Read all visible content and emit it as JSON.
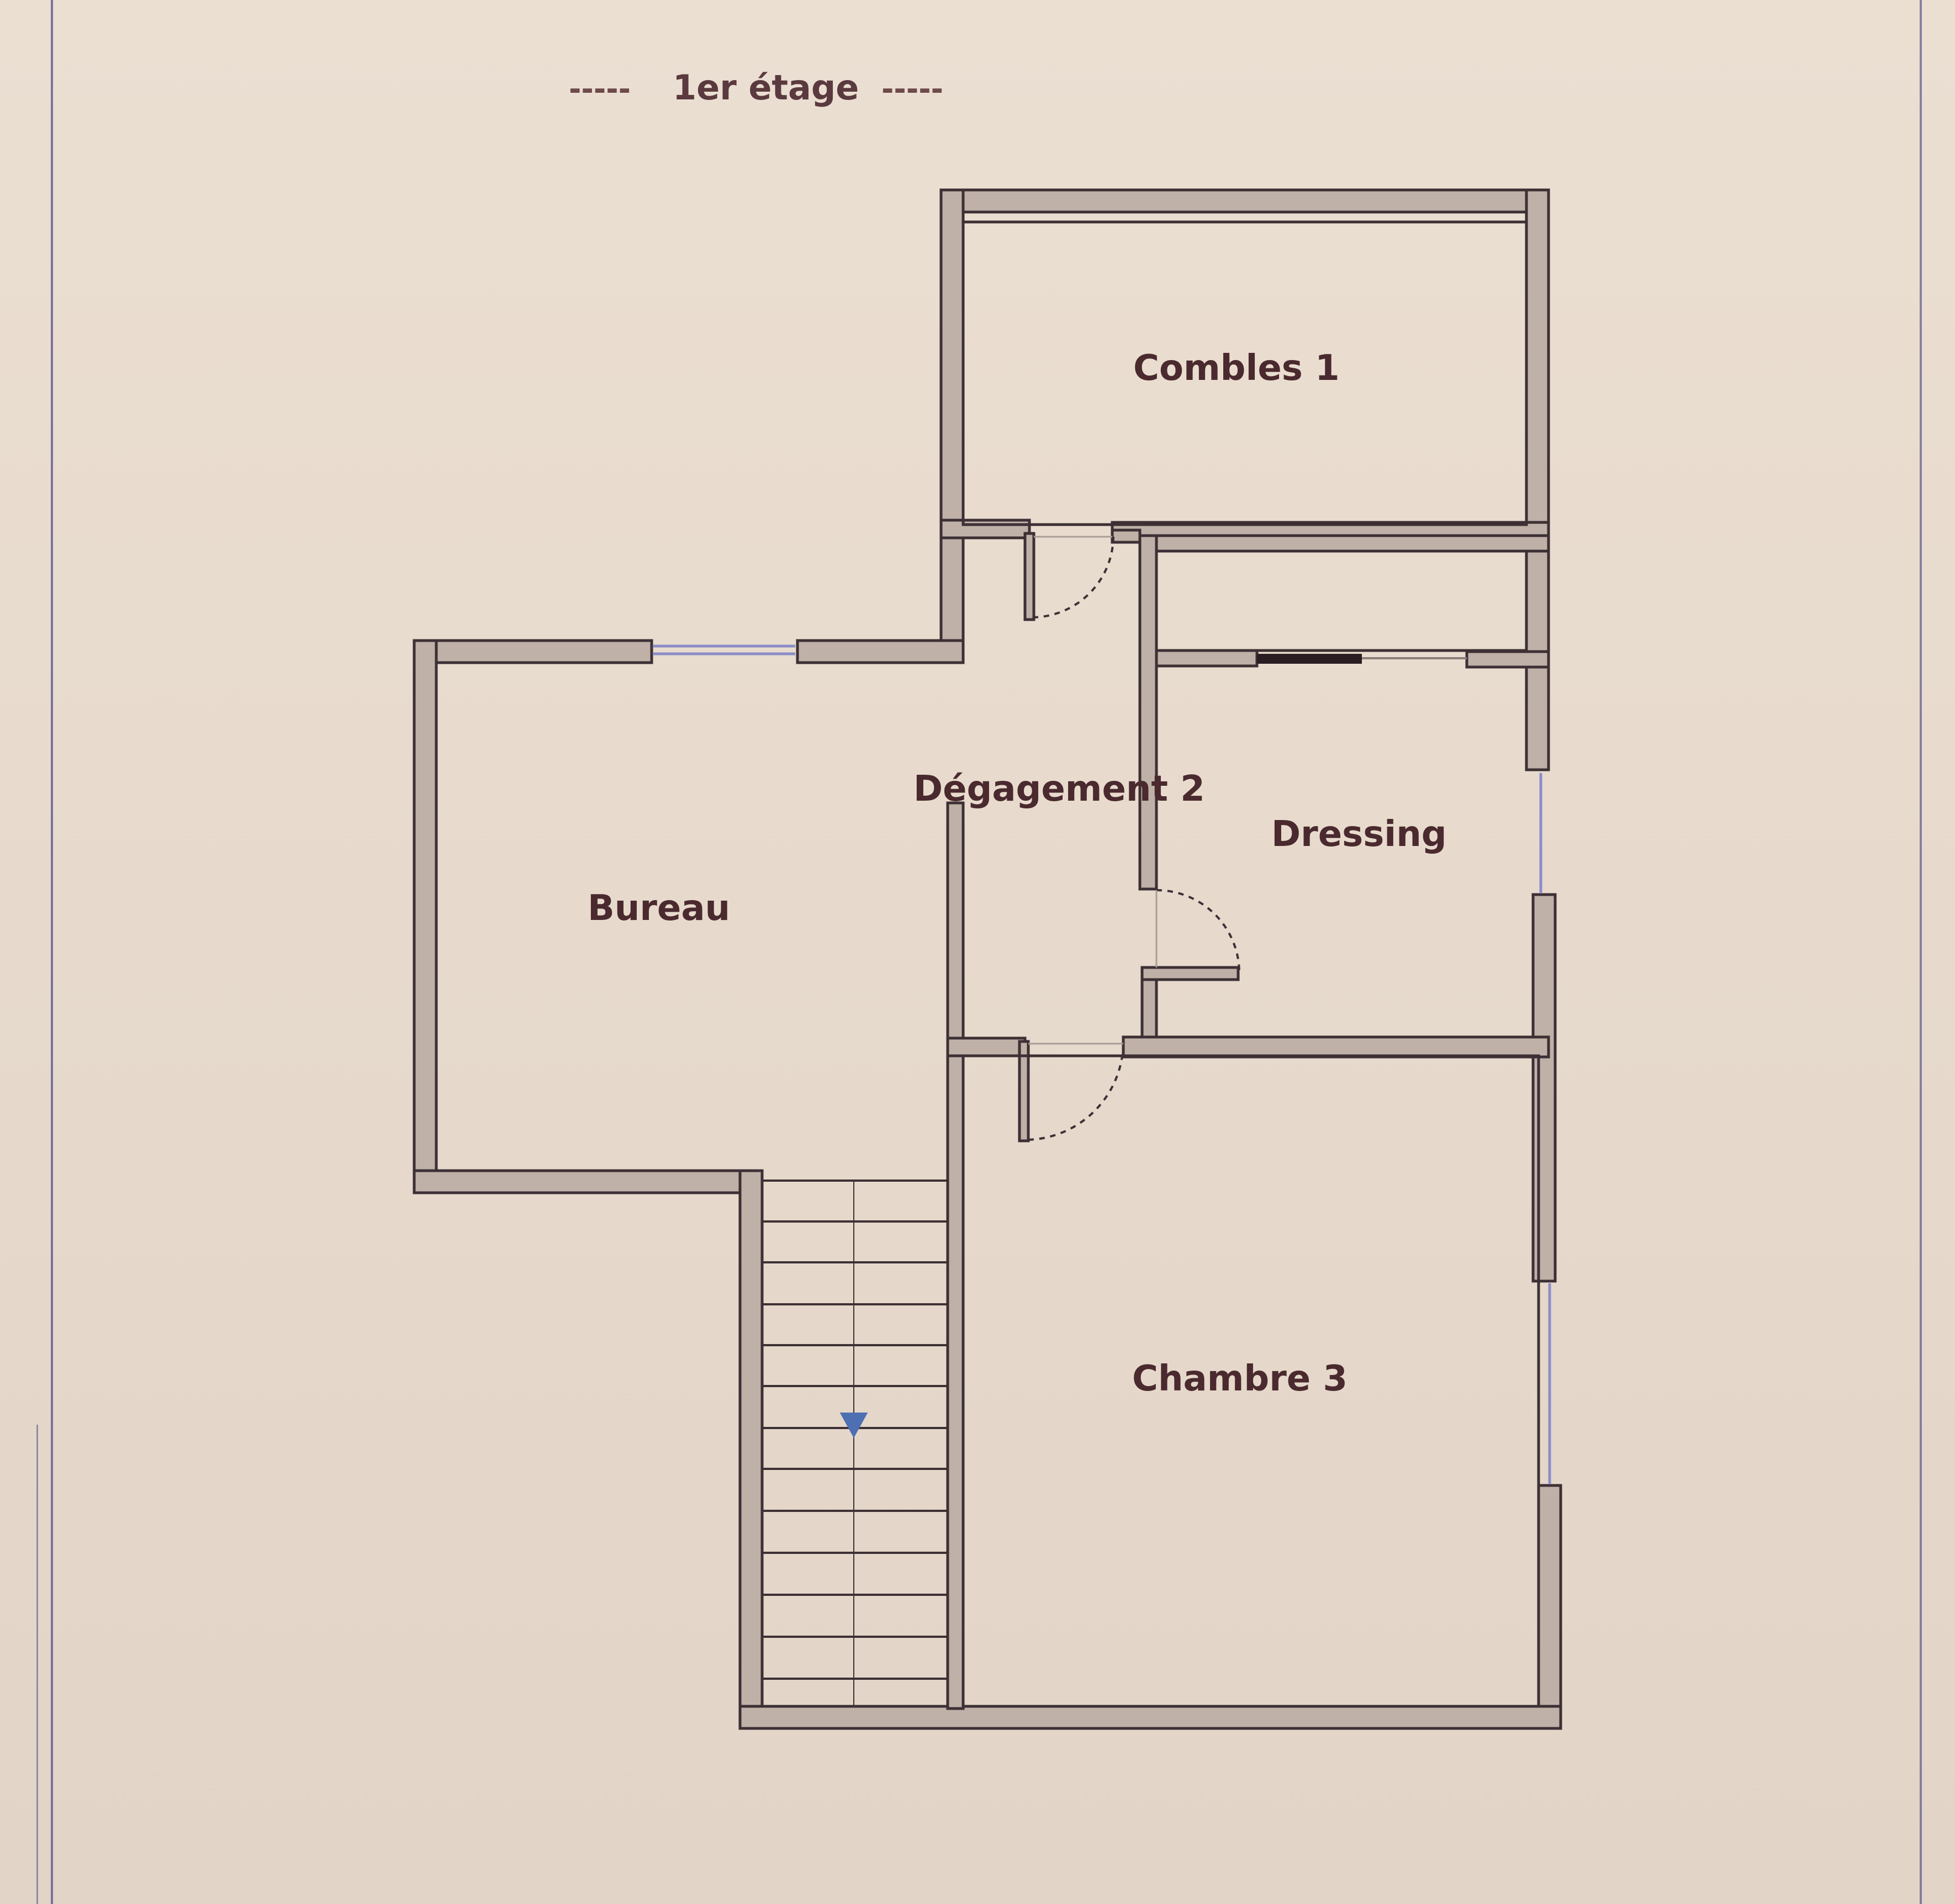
{
  "plan": {
    "title": "1er étage",
    "title_dashes": "-----",
    "rooms": {
      "combles": "Combles 1",
      "degagement": "Dégagement 2",
      "dressing": "Dressing",
      "bureau": "Bureau",
      "chambre": "Chambre 3"
    }
  },
  "colors": {
    "paper": "#e9ddd0",
    "wall_fill": "#bfb1a7",
    "wall_stroke": "#3d3035",
    "text": "#4a2a2e",
    "stair_arrow": "#4f6fb3",
    "window": "#8c8cc8"
  }
}
